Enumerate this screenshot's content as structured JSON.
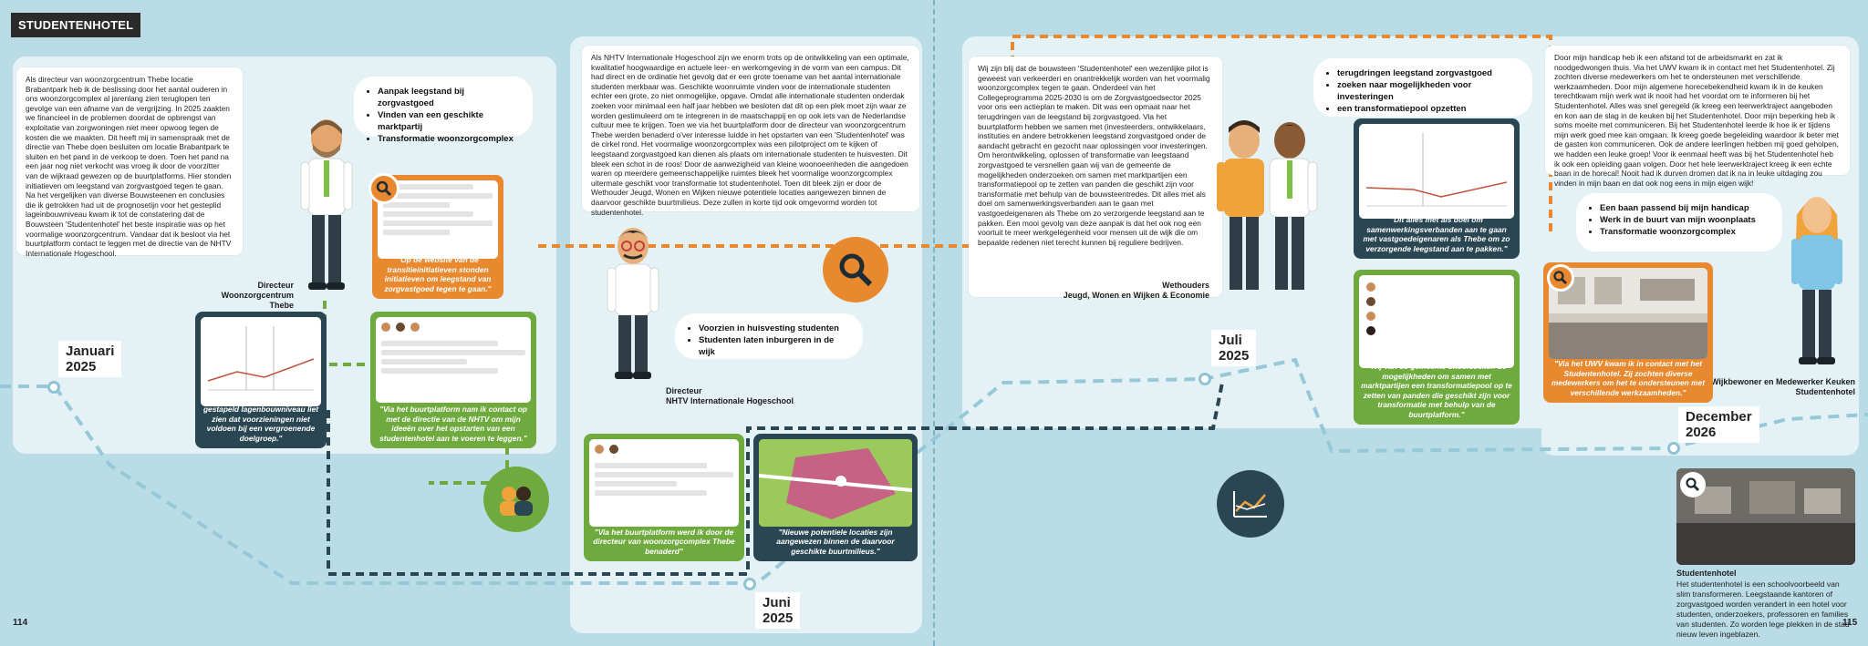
{
  "header": {
    "title": "STUDENTENHOTEL"
  },
  "pages": {
    "left": "114",
    "right": "115"
  },
  "intro_text": "Als directeur van woonzorgcentrum Thebe locatie Brabantpark heb ik de beslissing door het aantal ouderen in ons woonzorgcomplex al jarenlang zien teruglopen ten gevolge van een afname van de vergrijzing. In 2025 zaakten we financieel in de problemen doordat de opbrengst van exploitatie van zorgwoningen niet meer opwoog tegen de kosten die we maakten. Dit heeft mij in samenspraak met de directie van Thebe doen besluiten om locatie Brabantpark te sluiten en het pand in de verkoop te doen. Toen het pand na een jaar nog niet verkocht was vroeg ik door de voorzitter van de wijkraad gewezen op de buurtplatforms. Hier stonden initiatieven om leegstand van zorgvastgoed tegen te gaan. Na het vergelijken van diverse Bouwsteenen en conclusies die ik getrokken had uit de prognosetijn voor het gesteplid lageinbouwniveau kwam ik tot de constatering dat de Bouwsteen 'Studentenhotel' het beste inspiratie was op het voormalige woonzorgcentrum. Vandaar dat ik besloot via het buurtplatform contact te leggen met de directie van de NHTV Internationale Hogeschool.",
  "bubble1": {
    "items": [
      "Aanpak leegstand bij zorgvastgoed",
      "Vinden van een geschikte marktpartij",
      "Transformatie woonzorgcomplex"
    ]
  },
  "person1": {
    "label_line1": "Directeur",
    "label_line2": "Woonzorgcentrum Thebe"
  },
  "date1": {
    "month": "Januari",
    "year": "2025"
  },
  "card_orange1": {
    "caption": "\"Op de website van de transitieinitiatieven stonden initiatieven om leegstand van zorgvastgoed tegen te gaan.\""
  },
  "card_dark1": {
    "caption": "\"De prognosetijn van het gestapeld lagenbouwniveau liet zien dat voorzieningen niet voldoen bij een vergroenende doelgroep.\""
  },
  "card_green1": {
    "caption": "\"Via het buurtplatform nam ik contact op met de directie van de NHTV om mijn ideeën over het opstarten van een studentenhotel aan te voeren te leggen.\""
  },
  "middle_text": "Als NHTV Internationale Hogeschool zijn we enorm trots op de ontwikkeling van een optimale, kwalitatief hoogwaardige en actuele leer- en werkomgeving in de vorm van een campus. Dit had direct en de ordinatie het gevolg dat er een grote toename van het aantal internationale studenten merkbaar was. Geschikte woonruimte vinden voor de internationale studenten echter een grote, zo niet onmogelijke, opgave. Omdat alle internationale studenten onderdak zoeken voor minimaal een half jaar hebben we besloten dat dit op een plek moet zijn waar ze worden gestimuleerd om te integreren in de maatschappij en op ook iets van de Nederlandse cultuur mee te krijgen. Toen we via het buurtplatform door de directeur van woonzorgcentrum Thebe werden benaderd o'ver interesse luidde in het opstarten van een 'Studentenhotel' was de cirkel rond. Het voormalige woonzorgcomplex was een pilotproject om te kijken of leegstaand zorgvastgoed kan dienen als plaats om internationale studenten te huisvesten. Dit bleek een schot in de roos! Door de aanwezigheid van kleine woonoeenheden die aangedoen waren op meerdere gemeenschappelijke ruimtes bleek het voormalige woonzorgcomplex uitermate geschikt voor transformatie tot studentenhotel. Toen dit bleek zijn er door de Wethouder Jeugd, Wonen en Wijken nieuwe potentiele locaties aangewezen binnen de daarvoor geschikte buurtmilieus. Deze zullen in korte tijd ook omgevormd worden tot studentenhotel.",
  "bubble2": {
    "items": [
      "Voorzien in huisvesting studenten",
      "Studenten laten inburgeren in de wijk"
    ]
  },
  "person2": {
    "label_line1": "Directeur",
    "label_line2": "NHTV Internationale Hogeschool"
  },
  "date2": {
    "month": "Juni",
    "year": "2025"
  },
  "card_green2": {
    "caption": "\"Via het buurtplatform werd ik door de directeur van woonzorgcomplex Thebe benaderd\""
  },
  "card_dark2": {
    "caption": "\"Nieuwe potentiele locaties zijn aangewezen binnen de daarvoor geschikte buurtmilieus.\""
  },
  "right_text": "Wij zijn blij dat de bouwsteen 'Studentenhotel' een wezenlijke pilot is geweest van verkeerderi en onantrekkelijk worden van het voormalig woonzorgcomplex tegen te gaan. Onderdeel van het Collegeprogramma 2025-2030 is om de Zorgvastgoedsector 2025 voor ons een actieplan te maken. Dit was een opmaat naar het terugdringen van de leegstand bij zorgvastgoed. Via het buurtplatform hebben we samen met (investeerders, ontwikkelaars, instituties en andere betrokkenen leegstand zorgvastgoed onder de aandacht gebracht en gezocht naar oplossingen voor investeringen. Om herontwikkeling, oplossen of transformatie van leegstaand zorgvastgoed te versnellen gaan wij van de gemeente de mogelijkheden onderzoeken om samen met marktpartijen een transformatiepool op te zetten van panden die geschikt zijn voor transformatie met behulp van de bouwsteentredes. Dit alles met als doel om samenwerkingsverbanden aan te gaan met vastgoedeigenaren als Thebe om zo verzorgende leegstand aan te pakken. Een mooi gevolg van deze aanpak is dat het ook nog een voortuit te meer werkgelegenheid voor mensen uit de wijk die om bepaalde redenen niet terecht kunnen bij reguliere bedrijven.",
  "bubble3": {
    "items": [
      "terugdringen leegstand zorgvastgoed",
      "zoeken naar mogelijkheden voor investeringen",
      "een transformatiepool opzetten"
    ]
  },
  "person3": {
    "label_line1": "Wethouders",
    "label_line2": "Jeugd, Wonen en Wijken & Economie"
  },
  "date3": {
    "month": "Juli",
    "year": "2025"
  },
  "card_dark3": {
    "caption": "\"Dit alles met als doel om samenwerkingsverbanden aan te gaan met vastgoedeigenaren als Thebe om zo verzorgende leegstand aan te pakken.\""
  },
  "card_green3": {
    "caption": "\"Wij van de gemeente onderzoeken de mogelijkheden om samen met marktpartijen een transformatiepool op te zetten van panden die geschikt zijn voor transformatie met behulp van de buurtplatform.\""
  },
  "far_right_text": "Door mijn handicap heb ik een afstand tot de arbeidsmarkt en zat ik noodgedwongen thuis. Via het UWV kwam ik in contact met het Studentenhotel. Zij zochten diverse medewerkers om het te ondersteunen met verschillende werkzaamheden. Door mijn algemene horecebekendheid kwam ik in de keuken terechtkwam mijn werk wat ik nooit had het voordat om te informeren bij het Studentenhotel. Alles was snel geregeld (ik kreeg een leerwerktraject aangeboden en kon aan de slag in de keuken bij het Studentenhotel. Door mijn beperking heb ik soms moeite met communiceren. Bij het Studentenhotel leerde ik hoe ik er tijdens mijn werk goed mee kan omgaan. Ik kreeg goede begeleiding waardoor ik beter met de gasten kon communiceren. Ook de andere leerlingen hebben mij goed geholpen, we hadden een leuke groep! Voor ik eenmaal heeft was bij het Studentenhotel heb ik ook een opleiding gaan volgen. Door het hele leerwerktraject kreeg ik een echte baan in de horecal! Nooit had ik durven dromen dat ik na in leuke uitdaging zou vinden in mijn baan en dat ook nog eens in mijn eigen wijk!",
  "bubble4": {
    "items": [
      "Een baan passend bij mijn handicap",
      "Werk in de buurt van mijn woonplaats",
      "Transformatie woonzorgcomplex"
    ]
  },
  "card_orange2": {
    "caption": "\"Via het UWV kwam ik in contact met het Studentenhotel. Zij zochten diverse medewerkers om het te ondersteunen met verschillende werkzaamheden.\""
  },
  "person4": {
    "label_line1": "Wijkbewoner en Medewerker Keuken",
    "label_line2": "Studentenhotel"
  },
  "date4": {
    "month": "December",
    "year": "2026"
  },
  "studentenhotel_box": {
    "title": "Studentenhotel",
    "text": "Het studentenhotel is een schoolvoorbeeld van slim transformeren. Leegstaande kantoren of zorgvastgoed worden verandert in een hotel voor studenten, onderzoekers, professoren en families van studenten. Zo worden lege plekken in de stad nieuw leven ingeblazen."
  },
  "colors": {
    "background": "#b9dce6",
    "panel": "#e4f2f6",
    "orange": "#e9892f",
    "green": "#6eaa3d",
    "dark": "#2a4652"
  }
}
